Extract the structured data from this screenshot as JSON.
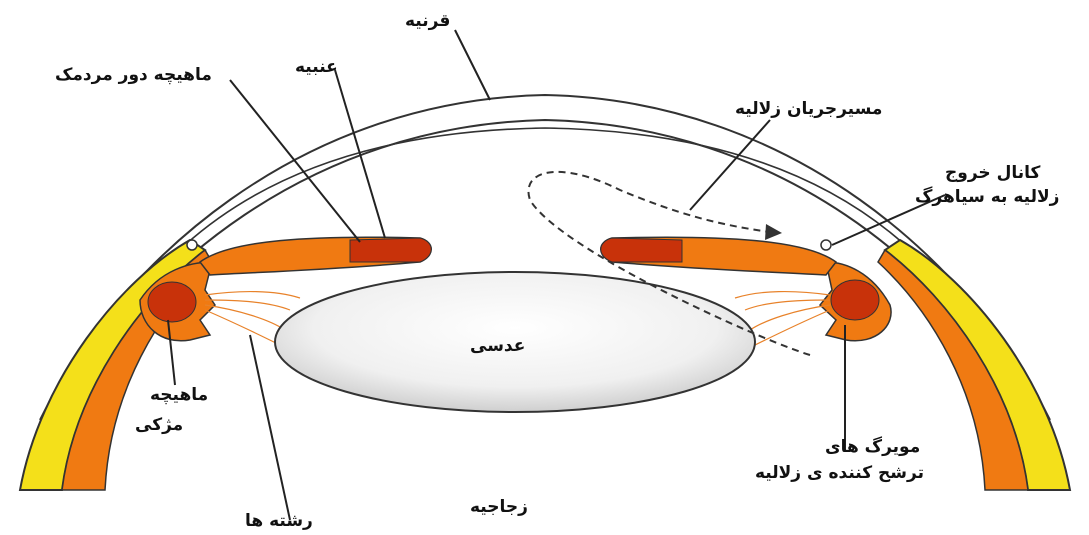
{
  "labels": {
    "cornea": "قرنیه",
    "iris": "عنبیه",
    "pupil_muscle": "ماهیچه دور مردمک",
    "aqueous_path": "مسیرجریان زلالیه",
    "drain_line1": "کانال خروج",
    "drain_line2": "زلالیه به سیاهرگ",
    "ciliary_line1": "ماهیچه",
    "ciliary_line2": "مژکی",
    "lens": "عدسی",
    "capillaries_line1": "مویرگ های",
    "capillaries_line2": "ترشح کننده ی زلالیه",
    "fibers": "رشته ها",
    "vitreous": "زجاجیه"
  },
  "colors": {
    "sclera_yellow": "#f4e01a",
    "uvea_orange": "#f07a12",
    "muscle_red": "#c8320a",
    "lens_fill": "#eeeeee",
    "outline": "#222222"
  }
}
